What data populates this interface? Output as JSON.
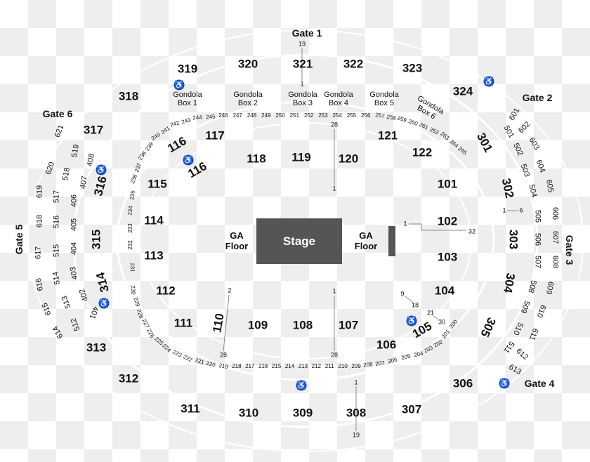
{
  "gates": [
    "Gate 1",
    "Gate 2",
    "Gate 3",
    "Gate 4",
    "Gate 5",
    "Gate 6"
  ],
  "sections_300": [
    "319",
    "320",
    "321",
    "322",
    "323",
    "324",
    "318",
    "317",
    "316",
    "315",
    "314",
    "313",
    "312",
    "311",
    "310",
    "309",
    "308",
    "307",
    "306",
    "305",
    "304",
    "303",
    "302",
    "301"
  ],
  "sections_100": [
    "117",
    "116",
    "116",
    "115",
    "114",
    "113",
    "112",
    "111",
    "110",
    "109",
    "108",
    "107",
    "106",
    "105",
    "104",
    "103",
    "102",
    "101",
    "122",
    "121",
    "120",
    "119",
    "118"
  ],
  "gondola_boxes": [
    "Gondola Box 1",
    "Gondola Box 2",
    "Gondola Box 3",
    "Gondola Box 4",
    "Gondola Box 5",
    "Gondola Box 6"
  ],
  "sections_200": [
    "200",
    "201",
    "202",
    "203",
    "204",
    "205",
    "206",
    "207",
    "208",
    "209",
    "210",
    "211",
    "212",
    "213",
    "214",
    "215",
    "216",
    "217",
    "218",
    "219",
    "220",
    "221",
    "222",
    "223",
    "224",
    "225",
    "226",
    "227",
    "228",
    "229",
    "230",
    "231",
    "232",
    "233",
    "234",
    "235",
    "236",
    "237",
    "238",
    "239",
    "240",
    "241",
    "242",
    "243",
    "244",
    "245",
    "246",
    "247",
    "248",
    "249",
    "250",
    "251",
    "252",
    "253",
    "254",
    "255",
    "256",
    "257",
    "258",
    "259",
    "260",
    "261",
    "262",
    "263",
    "264",
    "265"
  ],
  "sections_outer_left": [
    "621",
    "620",
    "619",
    "618",
    "617",
    "616",
    "615",
    "614",
    "519",
    "518",
    "517",
    "516",
    "515",
    "514",
    "513",
    "512",
    "408",
    "407",
    "406",
    "405",
    "404",
    "403",
    "402",
    "401"
  ],
  "sections_outer_right": [
    "601",
    "602",
    "603",
    "604",
    "605",
    "606",
    "607",
    "608",
    "609",
    "610",
    "611",
    "612",
    "613",
    "501",
    "502",
    "503",
    "504",
    "505",
    "506",
    "507",
    "508",
    "509",
    "510",
    "511"
  ],
  "row_markers": [
    "19",
    "1",
    "28",
    "1",
    "1",
    "32",
    "1",
    "6",
    "2",
    "28",
    "1",
    "28",
    "9",
    "18",
    "21",
    "30",
    "1",
    "19"
  ],
  "stage": {
    "label": "Stage",
    "ga_left": "GA Floor",
    "ga_right": "GA Floor"
  },
  "icons": {
    "accessible": "wheelchair-icon",
    "accessible_color": "#1a3fc4",
    "stage_color": "#555555"
  }
}
